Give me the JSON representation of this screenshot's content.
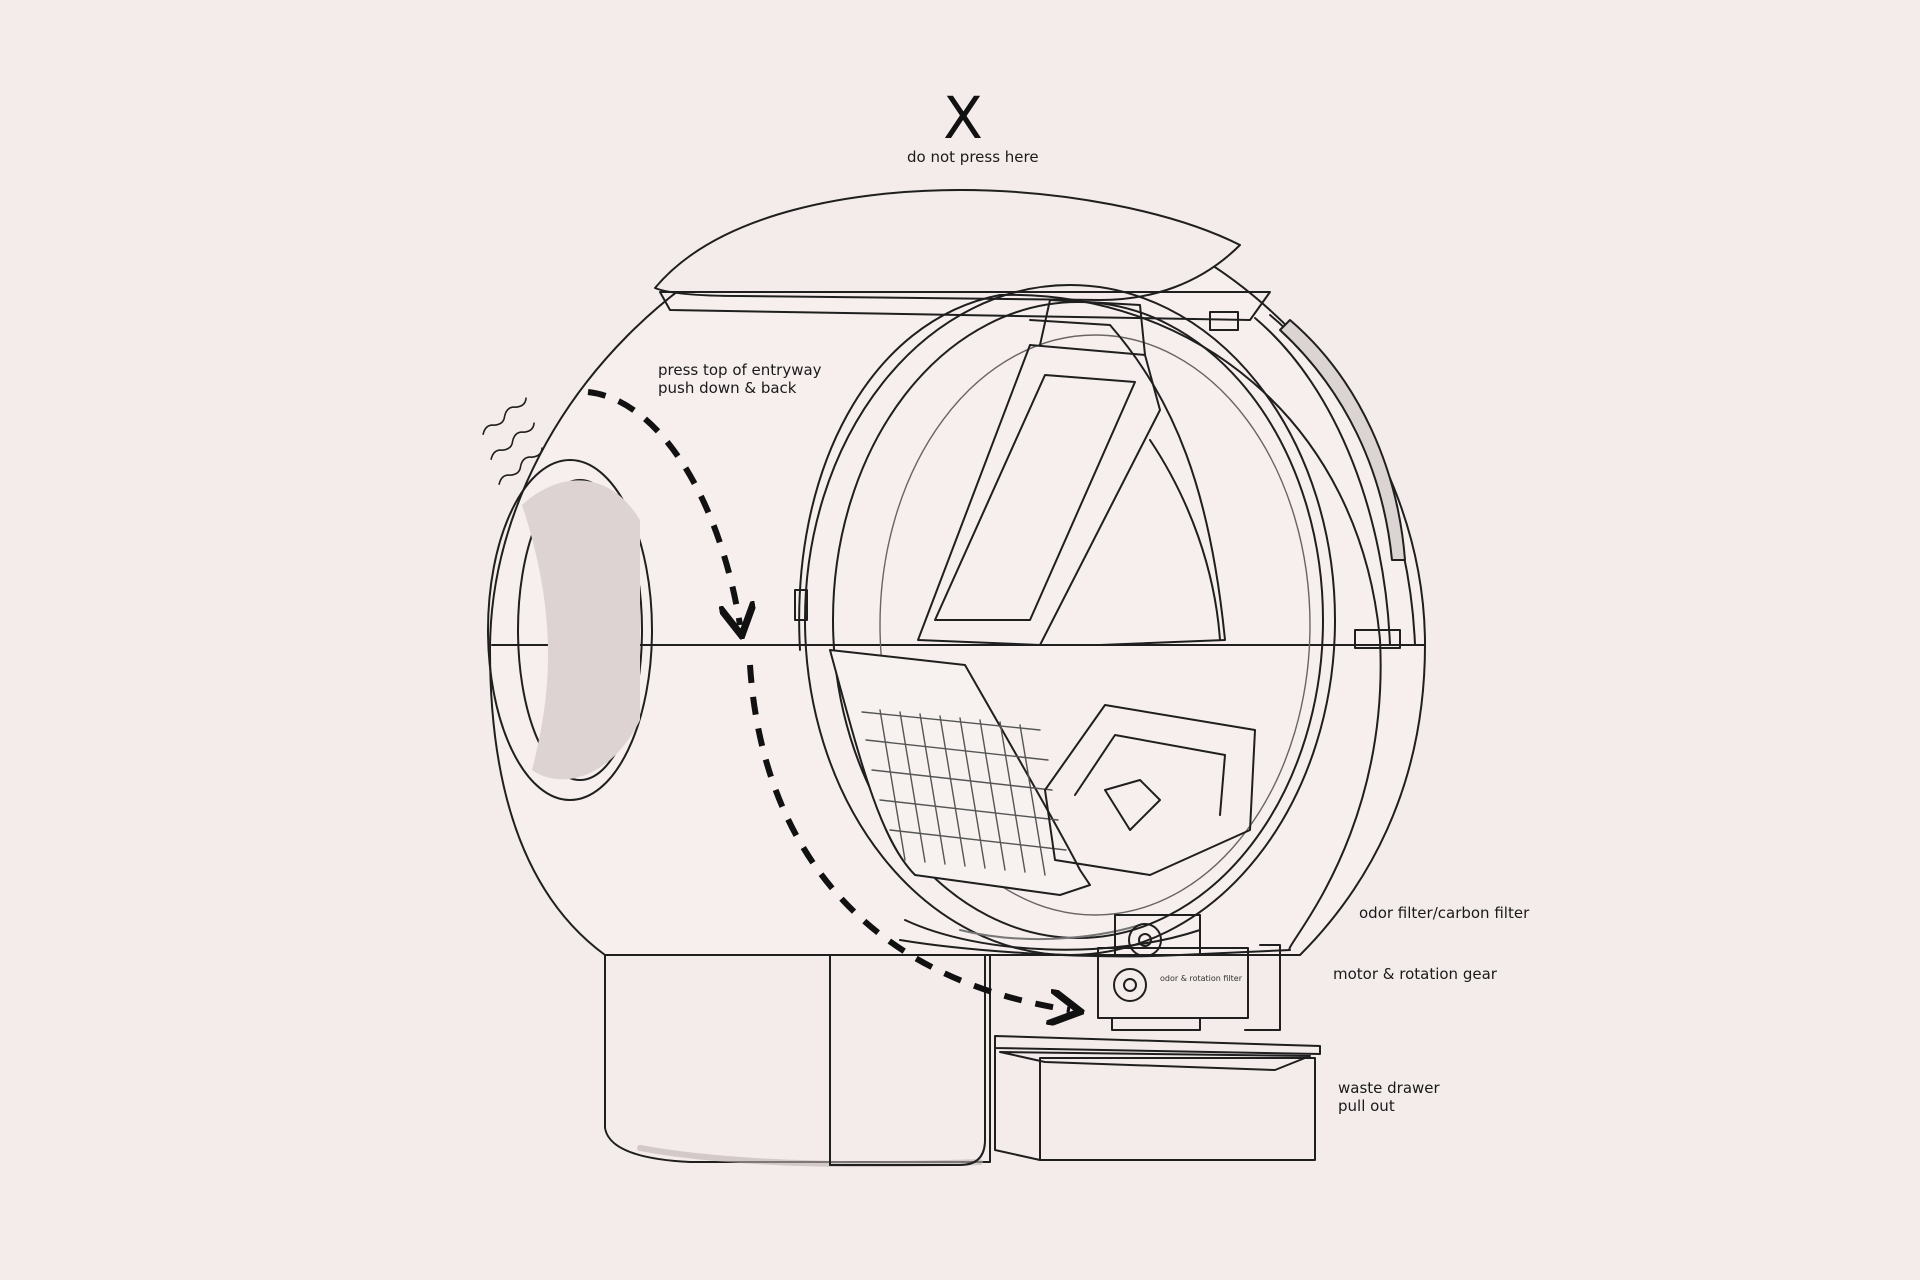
{
  "labels": {
    "x_mark": "X",
    "do_not_press": "do not press here",
    "press_line1": "press top of entryway",
    "press_line2": "push down & back",
    "odor_filter": "odor filter/carbon filter",
    "motor": "motor & rotation gear",
    "waste_line1": "waste drawer",
    "waste_line2": "pull out",
    "gear_plate": "odor & rotation filter"
  },
  "colors": {
    "background": "#f4ecea",
    "stroke": "#1f1f1f",
    "shade": "#dcd3d3",
    "arrow": "#111111"
  },
  "icons": [
    "warning-x-icon",
    "vibration-lines-icon",
    "dashed-arrow-icon",
    "gear-icon"
  ]
}
